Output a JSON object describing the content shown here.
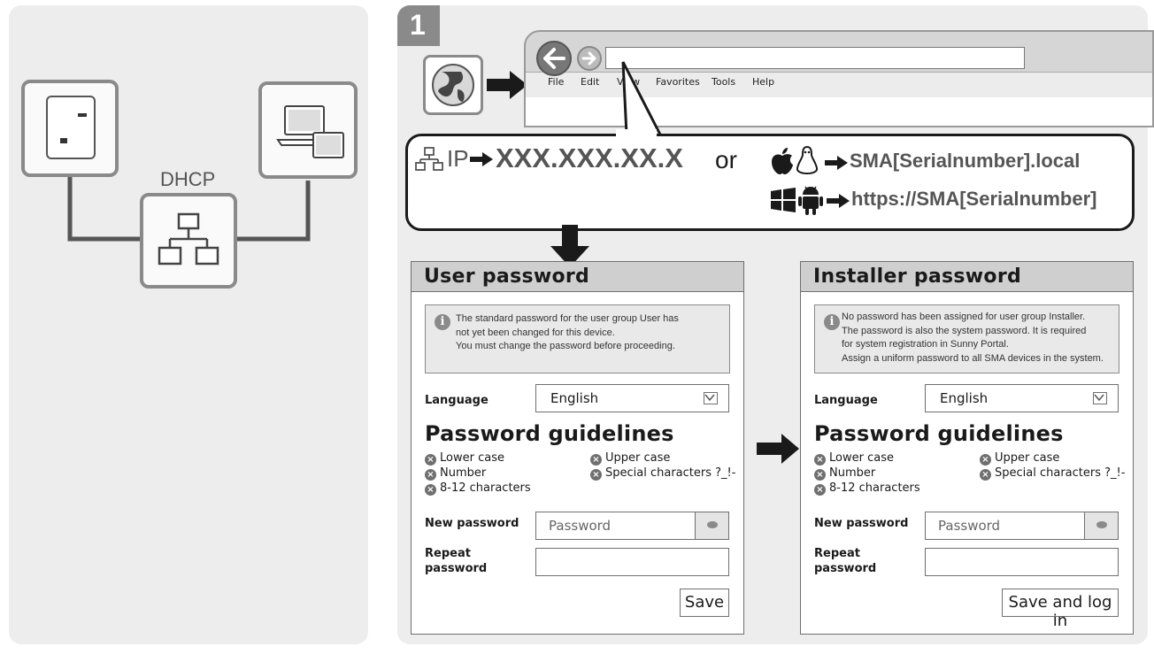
{
  "step": {
    "number": "1"
  },
  "network": {
    "dhcp_label": "DHCP"
  },
  "browser": {
    "menu": [
      "File",
      "Edit",
      "View",
      "Favorites",
      "Tools",
      "Help"
    ],
    "address_value": ""
  },
  "address_options": {
    "ip_label": "IP",
    "ip_value": "XXX.XXX.XX.X",
    "or_text": "or",
    "apple_linux_url": "SMA[Serialnumber].local",
    "windows_android_url": "https://SMA[Serialnumber]"
  },
  "user_card": {
    "title": "User password",
    "info": [
      "The standard password for the user group User has",
      "not yet been changed for this device.",
      "You must change the password before proceeding."
    ],
    "language_label": "Language",
    "language_value": "English",
    "guidelines_title": "Password guidelines",
    "rules": [
      "Lower case",
      "Upper case",
      "Number",
      "Special characters ?_!-",
      "8-12 characters"
    ],
    "new_password_label": "New password",
    "password_placeholder": "Password",
    "repeat_label_1": "Repeat",
    "repeat_label_2": "password",
    "button": "Save"
  },
  "installer_card": {
    "title": "Installer password",
    "info": [
      "No password has been assigned for user group Installer.",
      "The password is also the system password. It is required",
      "for system registration in Sunny Portal.",
      "Assign a uniform password to all SMA devices in the system."
    ],
    "language_label": "Language",
    "language_value": "English",
    "guidelines_title": "Password guidelines",
    "rules": [
      "Lower case",
      "Upper case",
      "Number",
      "Special characters ?_!-",
      "8-12 characters"
    ],
    "new_password_label": "New password",
    "password_placeholder": "Password",
    "repeat_label_1": "Repeat",
    "repeat_label_2": "password",
    "button": "Save and log in"
  },
  "colors": {
    "panel": "#ededed",
    "stroke": "#8a8a8a",
    "dark": "#1a1a1a",
    "header": "#cfcfcf"
  }
}
